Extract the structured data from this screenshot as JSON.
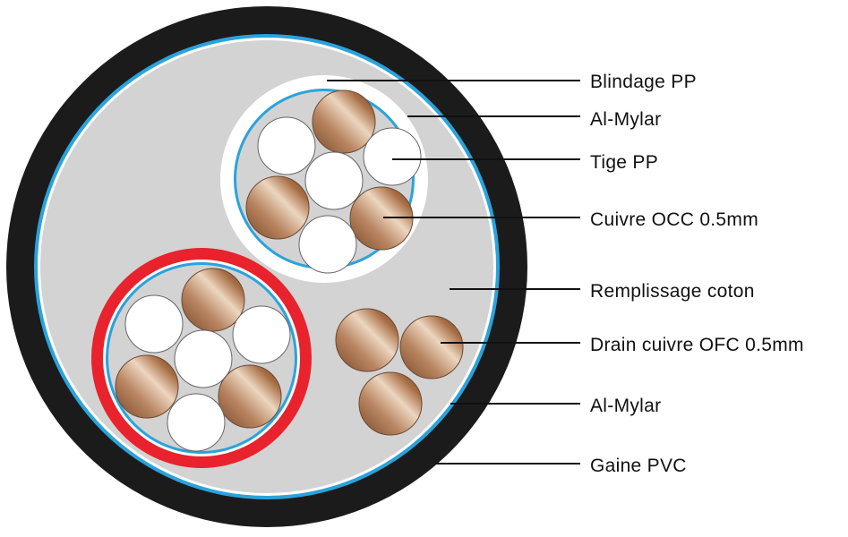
{
  "diagram": {
    "labels": [
      "Blindage PP",
      "Al-Mylar",
      "Tige PP",
      "Cuivre OCC 0.5mm",
      "Remplissage coton",
      "Drain cuivre OFC 0.5mm",
      "Al-Mylar",
      "Gaine PVC"
    ]
  },
  "colors": {
    "jacket": "#1b1b1b",
    "mylar_blue": "#2aa3dc",
    "filler_gray": "#d3d3d3",
    "shield_white": "#ffffff",
    "red_sheath": "#e8232d",
    "copper_light": "#e9cfb4",
    "copper_dark": "#8a5634",
    "pp_rod": "#ffffff",
    "strand_outline": "#5a5a5a"
  }
}
